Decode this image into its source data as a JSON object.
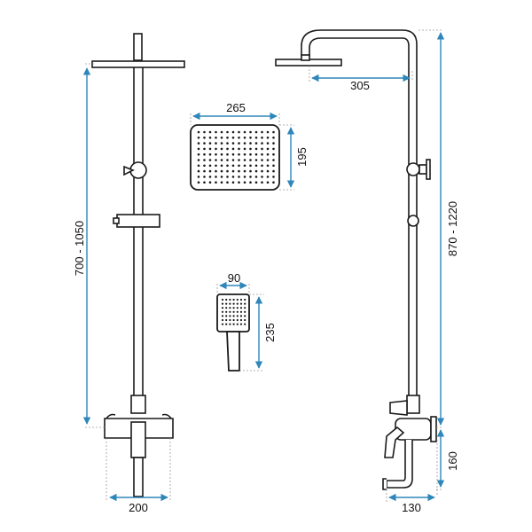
{
  "colors": {
    "line": "#1a1a1a",
    "dimension": "#2e86b9",
    "guide": "#9a9a9a",
    "background": "#ffffff"
  },
  "dimensions": {
    "front_height": "700 - 1050",
    "front_base_width": "200",
    "head_width": "265",
    "head_depth": "195",
    "hand_width": "90",
    "hand_length": "235",
    "side_reach": "305",
    "side_height": "870 - 1220",
    "spout_height": "160",
    "spout_projection": "130"
  }
}
